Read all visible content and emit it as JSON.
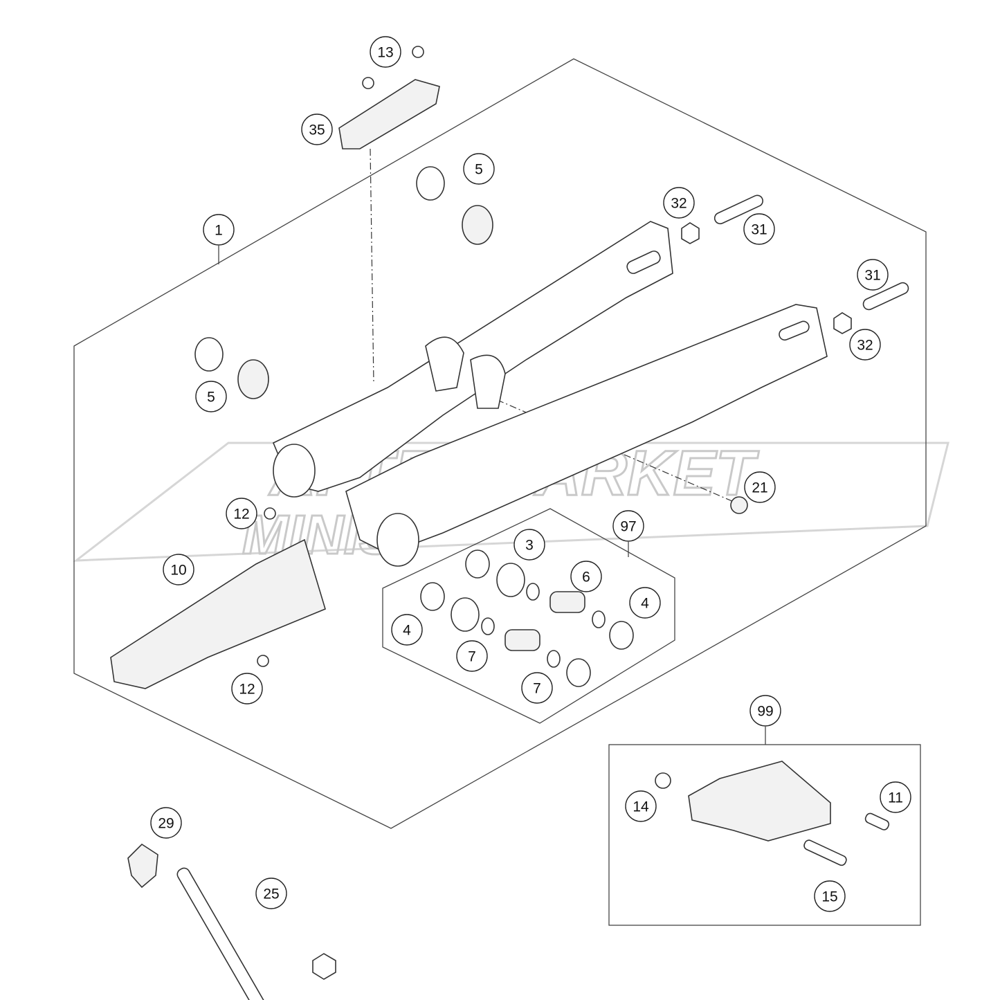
{
  "diagram": {
    "watermark": {
      "line1": "AFTERMARKET",
      "line2": "MINIS"
    },
    "callouts": [
      {
        "id": "c13",
        "label": "13"
      },
      {
        "id": "c35",
        "label": "35"
      },
      {
        "id": "c5a",
        "label": "5"
      },
      {
        "id": "c1",
        "label": "1"
      },
      {
        "id": "c32a",
        "label": "32"
      },
      {
        "id": "c31a",
        "label": "31"
      },
      {
        "id": "c31b",
        "label": "31"
      },
      {
        "id": "c32b",
        "label": "32"
      },
      {
        "id": "c5b",
        "label": "5"
      },
      {
        "id": "c21",
        "label": "21"
      },
      {
        "id": "c12a",
        "label": "12"
      },
      {
        "id": "c97",
        "label": "97"
      },
      {
        "id": "c3",
        "label": "3"
      },
      {
        "id": "c10",
        "label": "10"
      },
      {
        "id": "c6",
        "label": "6"
      },
      {
        "id": "c4a",
        "label": "4"
      },
      {
        "id": "c4b",
        "label": "4"
      },
      {
        "id": "c7a",
        "label": "7"
      },
      {
        "id": "c7b",
        "label": "7"
      },
      {
        "id": "c12b",
        "label": "12"
      },
      {
        "id": "c99",
        "label": "99"
      },
      {
        "id": "c14",
        "label": "14"
      },
      {
        "id": "c11",
        "label": "11"
      },
      {
        "id": "c29",
        "label": "29"
      },
      {
        "id": "c25",
        "label": "25"
      },
      {
        "id": "c15",
        "label": "15"
      }
    ]
  }
}
